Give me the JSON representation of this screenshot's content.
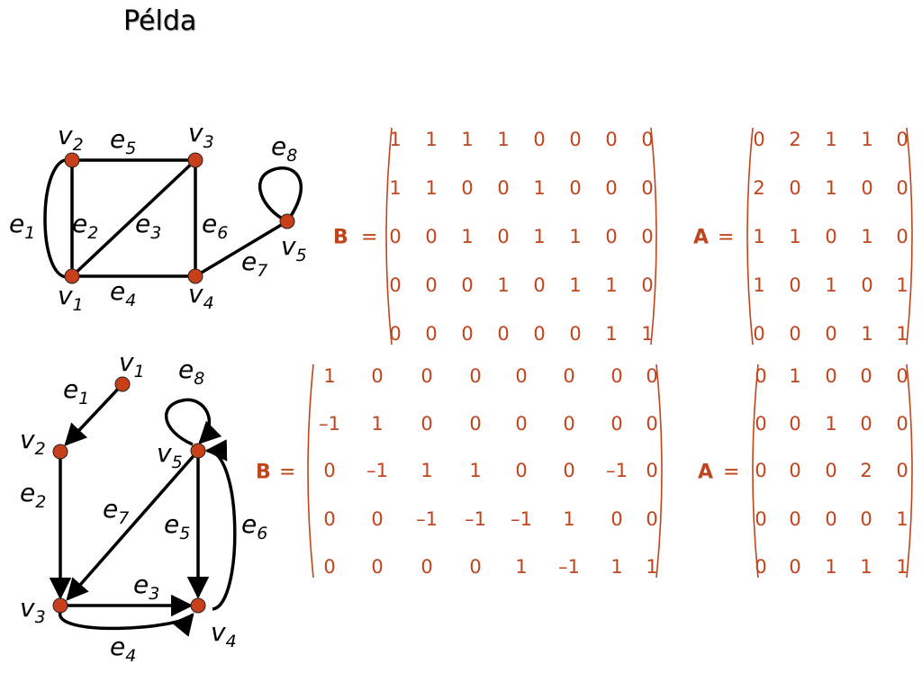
{
  "title": "Példa",
  "graph1": {
    "vertices": [
      {
        "name": "v",
        "sub": "1"
      },
      {
        "name": "v",
        "sub": "2"
      },
      {
        "name": "v",
        "sub": "3"
      },
      {
        "name": "v",
        "sub": "4"
      },
      {
        "name": "v",
        "sub": "5"
      }
    ],
    "edges": [
      {
        "name": "e",
        "sub": "1"
      },
      {
        "name": "e",
        "sub": "2"
      },
      {
        "name": "e",
        "sub": "3"
      },
      {
        "name": "e",
        "sub": "4"
      },
      {
        "name": "e",
        "sub": "5"
      },
      {
        "name": "e",
        "sub": "6"
      },
      {
        "name": "e",
        "sub": "7"
      },
      {
        "name": "e",
        "sub": "8"
      }
    ]
  },
  "graph2": {
    "vertices": [
      {
        "name": "v",
        "sub": "1"
      },
      {
        "name": "v",
        "sub": "2"
      },
      {
        "name": "v",
        "sub": "3"
      },
      {
        "name": "v",
        "sub": "4"
      },
      {
        "name": "v",
        "sub": "5"
      }
    ],
    "edges": [
      {
        "name": "e",
        "sub": "1"
      },
      {
        "name": "e",
        "sub": "2"
      },
      {
        "name": "e",
        "sub": "3"
      },
      {
        "name": "e",
        "sub": "4"
      },
      {
        "name": "e",
        "sub": "5"
      },
      {
        "name": "e",
        "sub": "6"
      },
      {
        "name": "e",
        "sub": "7"
      },
      {
        "name": "e",
        "sub": "8"
      }
    ]
  },
  "matrices": {
    "B1": {
      "name": "B",
      "eq": "=",
      "rows": [
        [
          "1",
          "1",
          "1",
          "1",
          "0",
          "0",
          "0",
          "0"
        ],
        [
          "1",
          "1",
          "0",
          "0",
          "1",
          "0",
          "0",
          "0"
        ],
        [
          "0",
          "0",
          "1",
          "0",
          "1",
          "1",
          "0",
          "0"
        ],
        [
          "0",
          "0",
          "0",
          "1",
          "0",
          "1",
          "1",
          "0"
        ],
        [
          "0",
          "0",
          "0",
          "0",
          "0",
          "0",
          "1",
          "1"
        ]
      ]
    },
    "A1": {
      "name": "A",
      "eq": "=",
      "rows": [
        [
          "0",
          "2",
          "1",
          "1",
          "0"
        ],
        [
          "2",
          "0",
          "1",
          "0",
          "0"
        ],
        [
          "1",
          "1",
          "0",
          "1",
          "0"
        ],
        [
          "1",
          "0",
          "1",
          "0",
          "1"
        ],
        [
          "0",
          "0",
          "0",
          "1",
          "1"
        ]
      ]
    },
    "B2": {
      "name": "B",
      "eq": "=",
      "rows": [
        [
          "1",
          "0",
          "0",
          "0",
          "0",
          "0",
          "0",
          "0"
        ],
        [
          "–1",
          "1",
          "0",
          "0",
          "0",
          "0",
          "0",
          "0"
        ],
        [
          "0",
          "–1",
          "1",
          "1",
          "0",
          "0",
          "–1",
          "0"
        ],
        [
          "0",
          "0",
          "–1",
          "–1",
          "–1",
          "1",
          "0",
          "0"
        ],
        [
          "0",
          "0",
          "0",
          "0",
          "1",
          "–1",
          "1",
          "1"
        ]
      ]
    },
    "A2": {
      "name": "A",
      "eq": "=",
      "rows": [
        [
          "0",
          "1",
          "0",
          "0",
          "0"
        ],
        [
          "0",
          "0",
          "1",
          "0",
          "0"
        ],
        [
          "0",
          "0",
          "0",
          "2",
          "0"
        ],
        [
          "0",
          "0",
          "0",
          "0",
          "1"
        ],
        [
          "0",
          "0",
          "1",
          "1",
          "1"
        ]
      ]
    }
  },
  "colors": {
    "vertex_fill": "#c8401a",
    "matrix_text": "#c0441c",
    "graph_line": "#000000"
  }
}
